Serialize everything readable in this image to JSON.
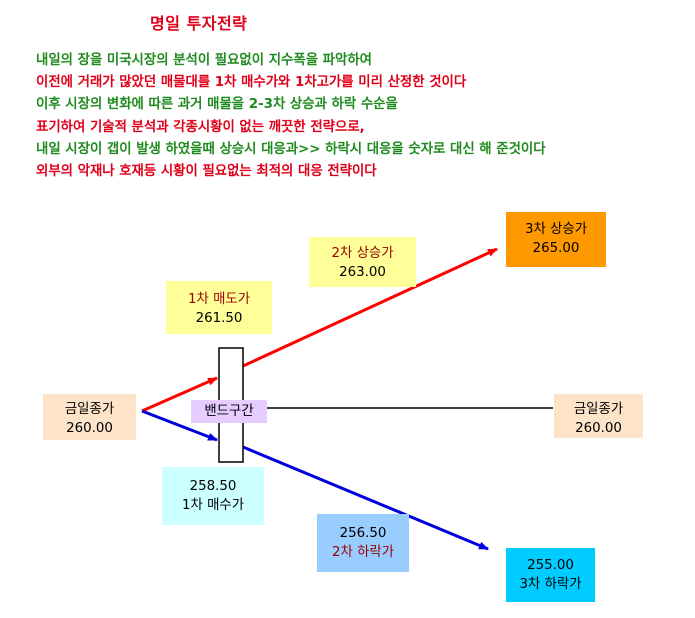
{
  "title": "명일 투자전략",
  "description": [
    {
      "text": "내일의 장을 미국시장의 분석이 필요없이 지수폭을 파악하여",
      "color": "#1f8a1f"
    },
    {
      "text": "이전에 거래가 많았던 매물대를 1차 매수가와 1차고가를 미리 산정한 것이다",
      "color": "#e0001a"
    },
    {
      "text": "이후 시장의 변화에 따른 과거 매물을 2-3차 상승과 하락 수순을",
      "color": "#1f8a1f"
    },
    {
      "text": "표기하여 기술적  분석과 각종시황이 없는 깨끗한 전략으로,",
      "color": "#e0001a"
    },
    {
      "text": "내일 시장이 갭이 발생 하였을때 상승시 대응과>> 하락시 대응을 숫자로 대신 해 준것이다",
      "color": "#1f8a1f"
    },
    {
      "text": "외부의 악재나 호재등  시황이 필요없는 최적의 대응 전략이다",
      "color": "#e0001a"
    }
  ],
  "nodes": {
    "close_left": {
      "label": "금일종가",
      "value": "260.00"
    },
    "close_right": {
      "label": "금일종가",
      "value": "260.00"
    },
    "sell1": {
      "label": "1차 매도가",
      "value": "261.50"
    },
    "rise2": {
      "label": "2차 상승가",
      "value": "263.00"
    },
    "rise3": {
      "label": "3차 상승가",
      "value": "265.00"
    },
    "buy1": {
      "label": "1차 매수가",
      "value": "258.50"
    },
    "fall2": {
      "label": "2차 하락가",
      "value": "256.50"
    },
    "fall3": {
      "label": "3차 하락가",
      "value": "255.00"
    },
    "band": {
      "label": "밴드구간"
    }
  },
  "colors": {
    "up_arrow": "#ff0000",
    "down_arrow": "#0000dd",
    "flat_line": "#000000"
  }
}
